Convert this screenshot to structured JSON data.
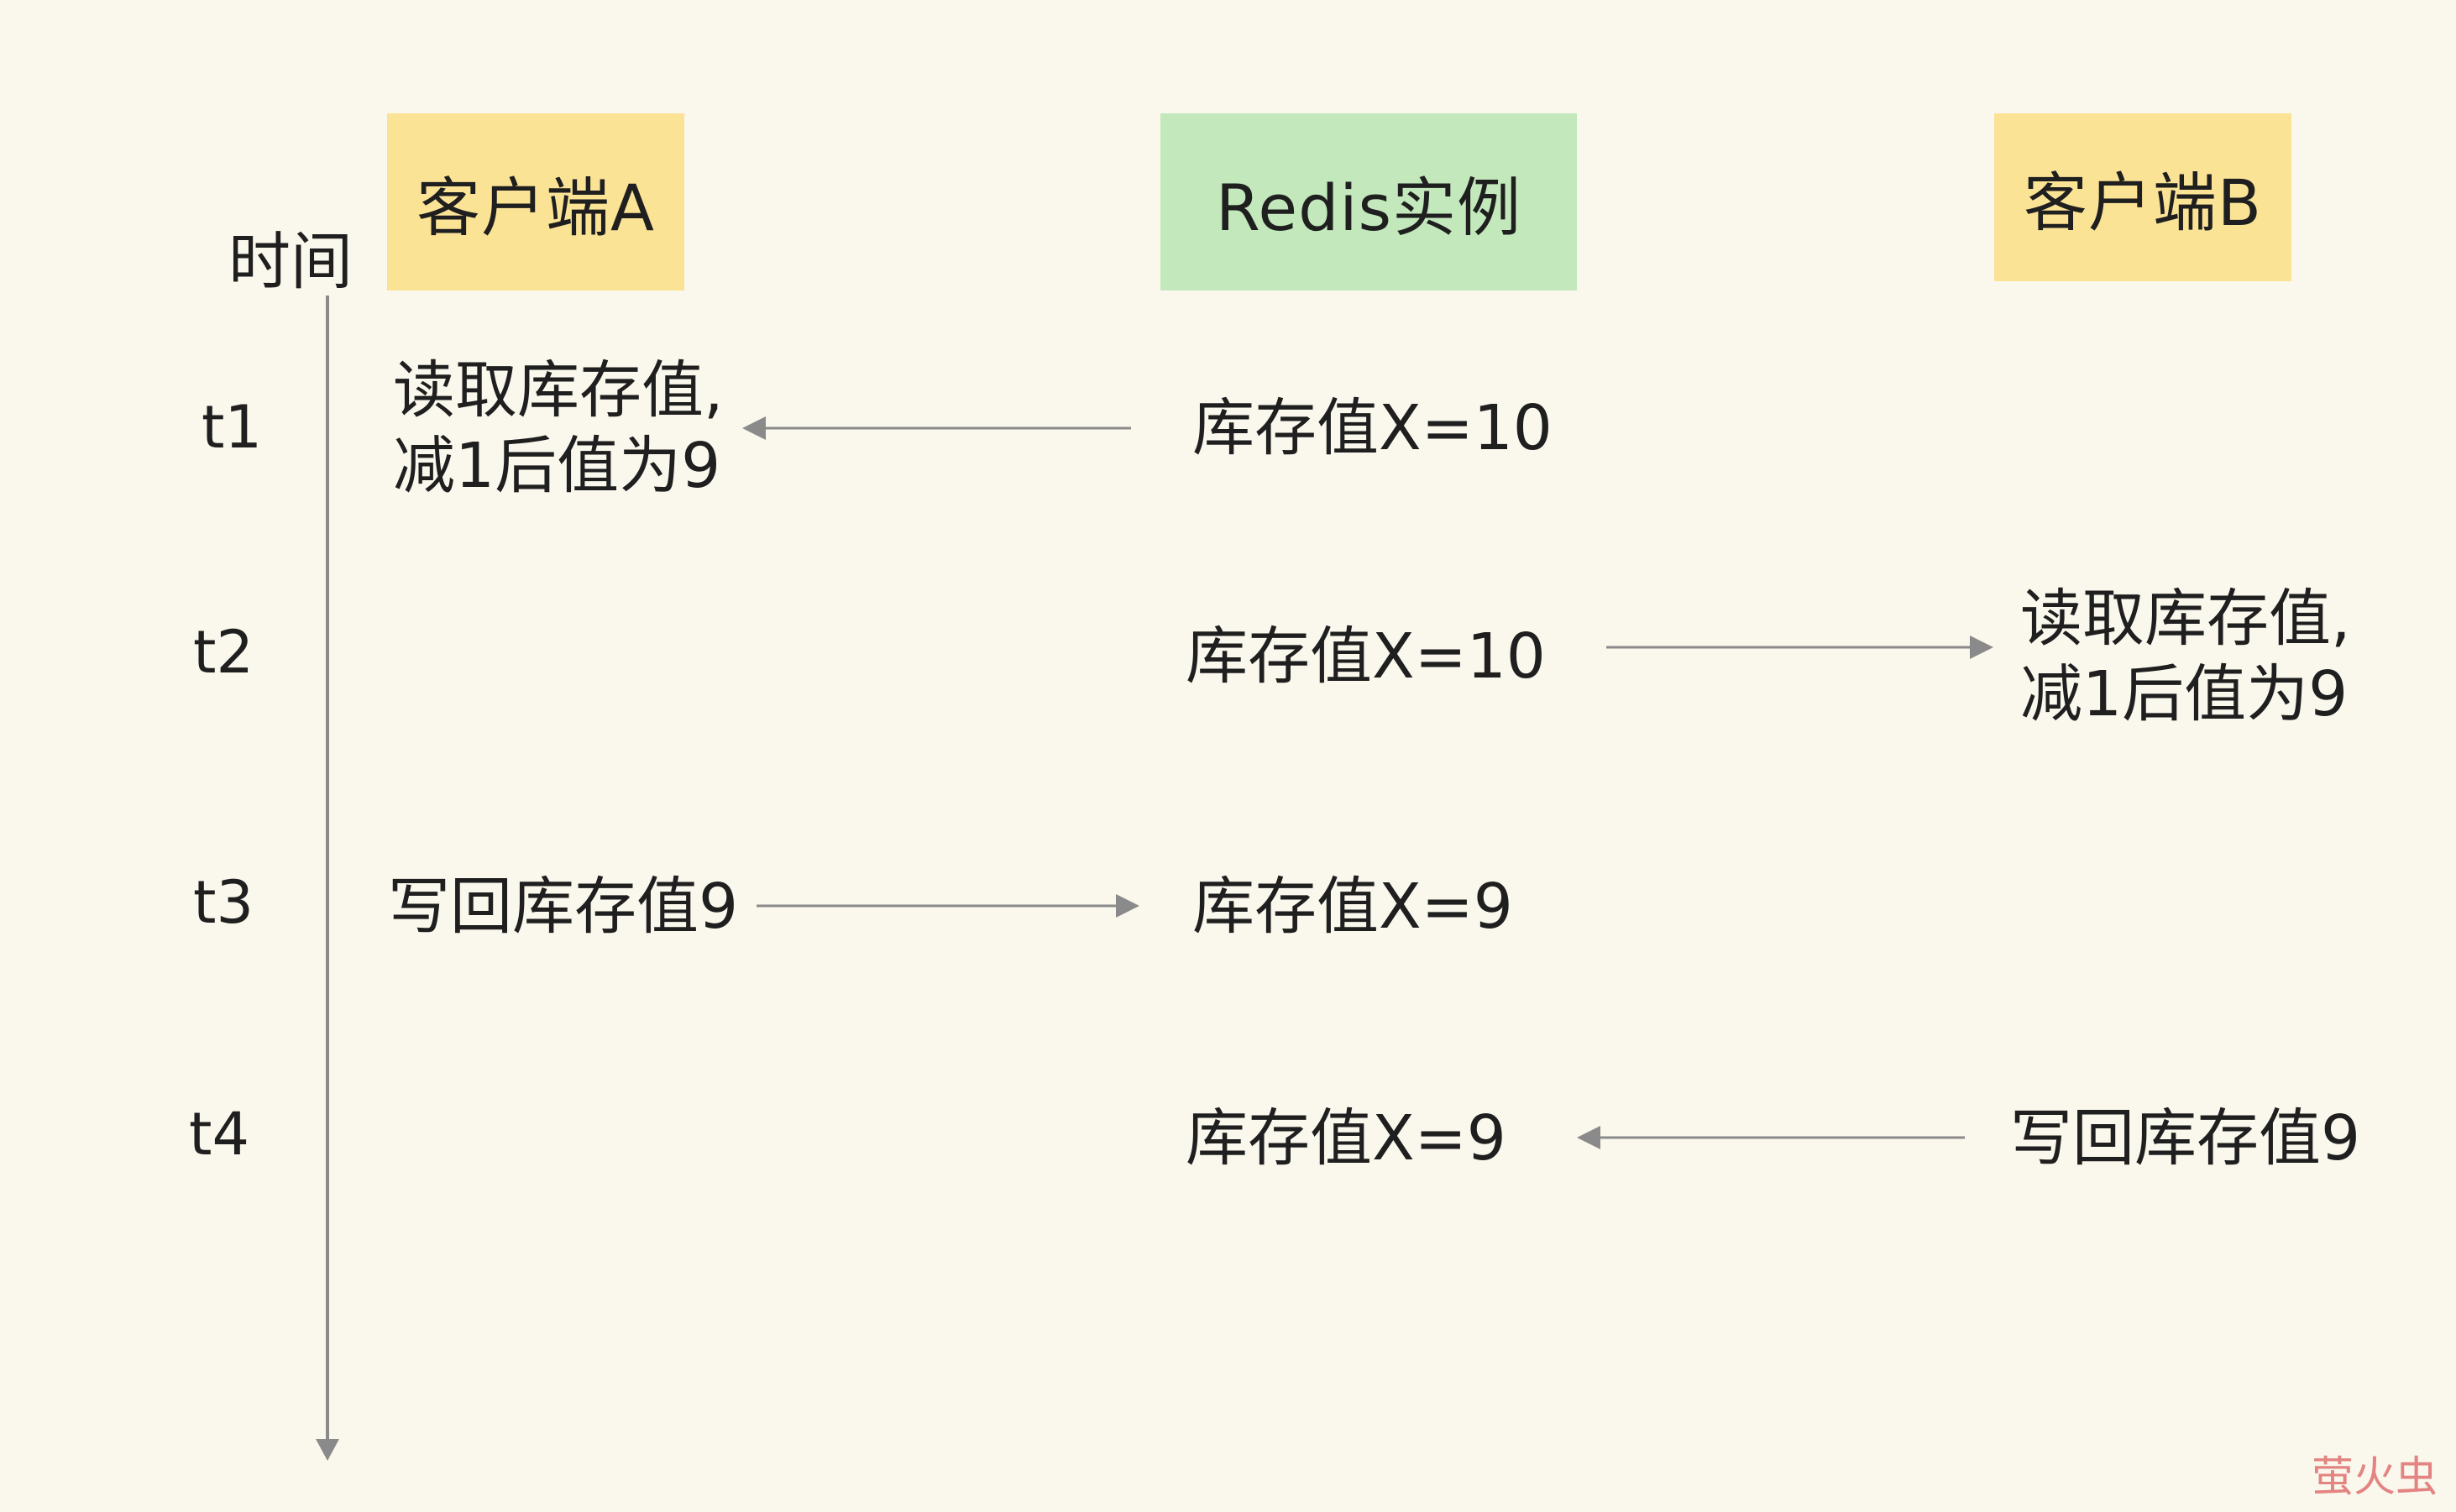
{
  "headers": {
    "client_a": "客户端A",
    "redis": "Redis实例",
    "client_b": "客户端B"
  },
  "time_axis": {
    "label": "时间",
    "ticks": [
      "t1",
      "t2",
      "t3",
      "t4"
    ]
  },
  "steps": {
    "t1": {
      "client_a_line1": "读取库存值,",
      "client_a_line2": "减1后值为9",
      "redis": "库存值X=10"
    },
    "t2": {
      "redis": "库存值X=10",
      "client_b_line1": "读取库存值,",
      "client_b_line2": "减1后值为9"
    },
    "t3": {
      "client_a": "写回库存值9",
      "redis": "库存值X=9"
    },
    "t4": {
      "redis": "库存值X=9",
      "client_b": "写回库存值9"
    }
  },
  "watermark": "萤火虫",
  "colors": {
    "background": "#faf7ec",
    "client_box": "#fbe396",
    "redis_box": "#c2e8bc",
    "arrow": "#8a8a8a"
  }
}
